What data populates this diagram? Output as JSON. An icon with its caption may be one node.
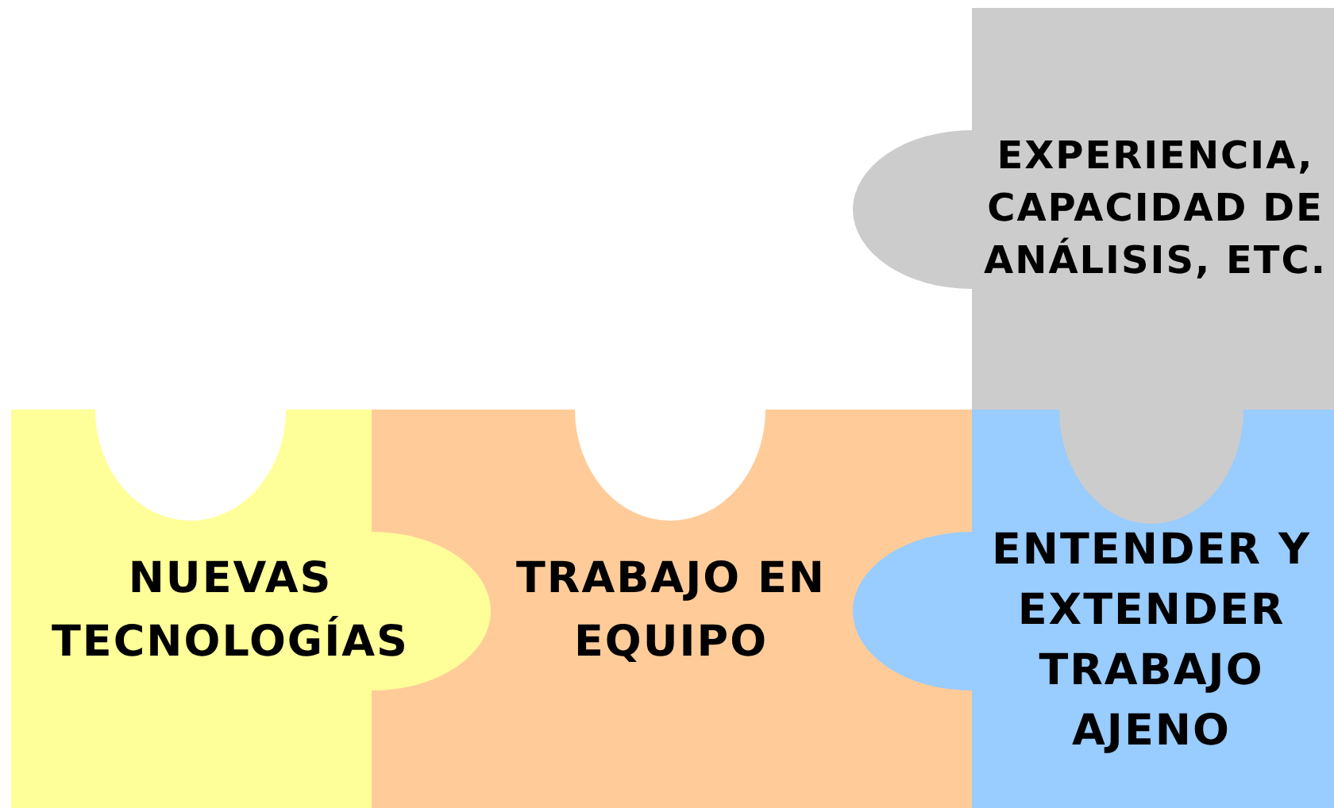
{
  "diagram": {
    "nodes": [
      {
        "text": [
          "EXPERIENCIA, CAPACIDAD DE ANÁLISIS, ETC."
        ]
      },
      {
        "text": [
          "NUEVAS TECNOLOGÍAS"
        ]
      },
      {
        "text": [
          "TRABAJO EN EQUIPO"
        ]
      },
      {
        "text": [
          "ENTENDER Y EXTENDER TRABAJO AJENO"
        ]
      }
    ]
  }
}
